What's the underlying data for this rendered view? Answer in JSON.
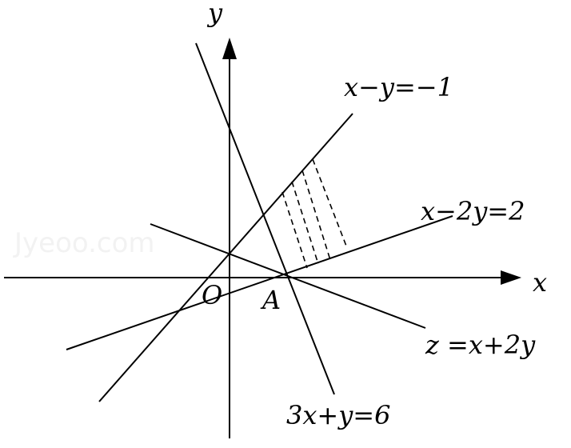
{
  "axes": {
    "x_label": "x",
    "y_label": "y",
    "origin_label": "O"
  },
  "point_label": "A",
  "line_labels": {
    "line1": "x−y=−1",
    "line2": "x−2y=2",
    "line3": "z =x+2y",
    "line4": "3x+y=6"
  },
  "watermark": "Jyeoo.com"
}
